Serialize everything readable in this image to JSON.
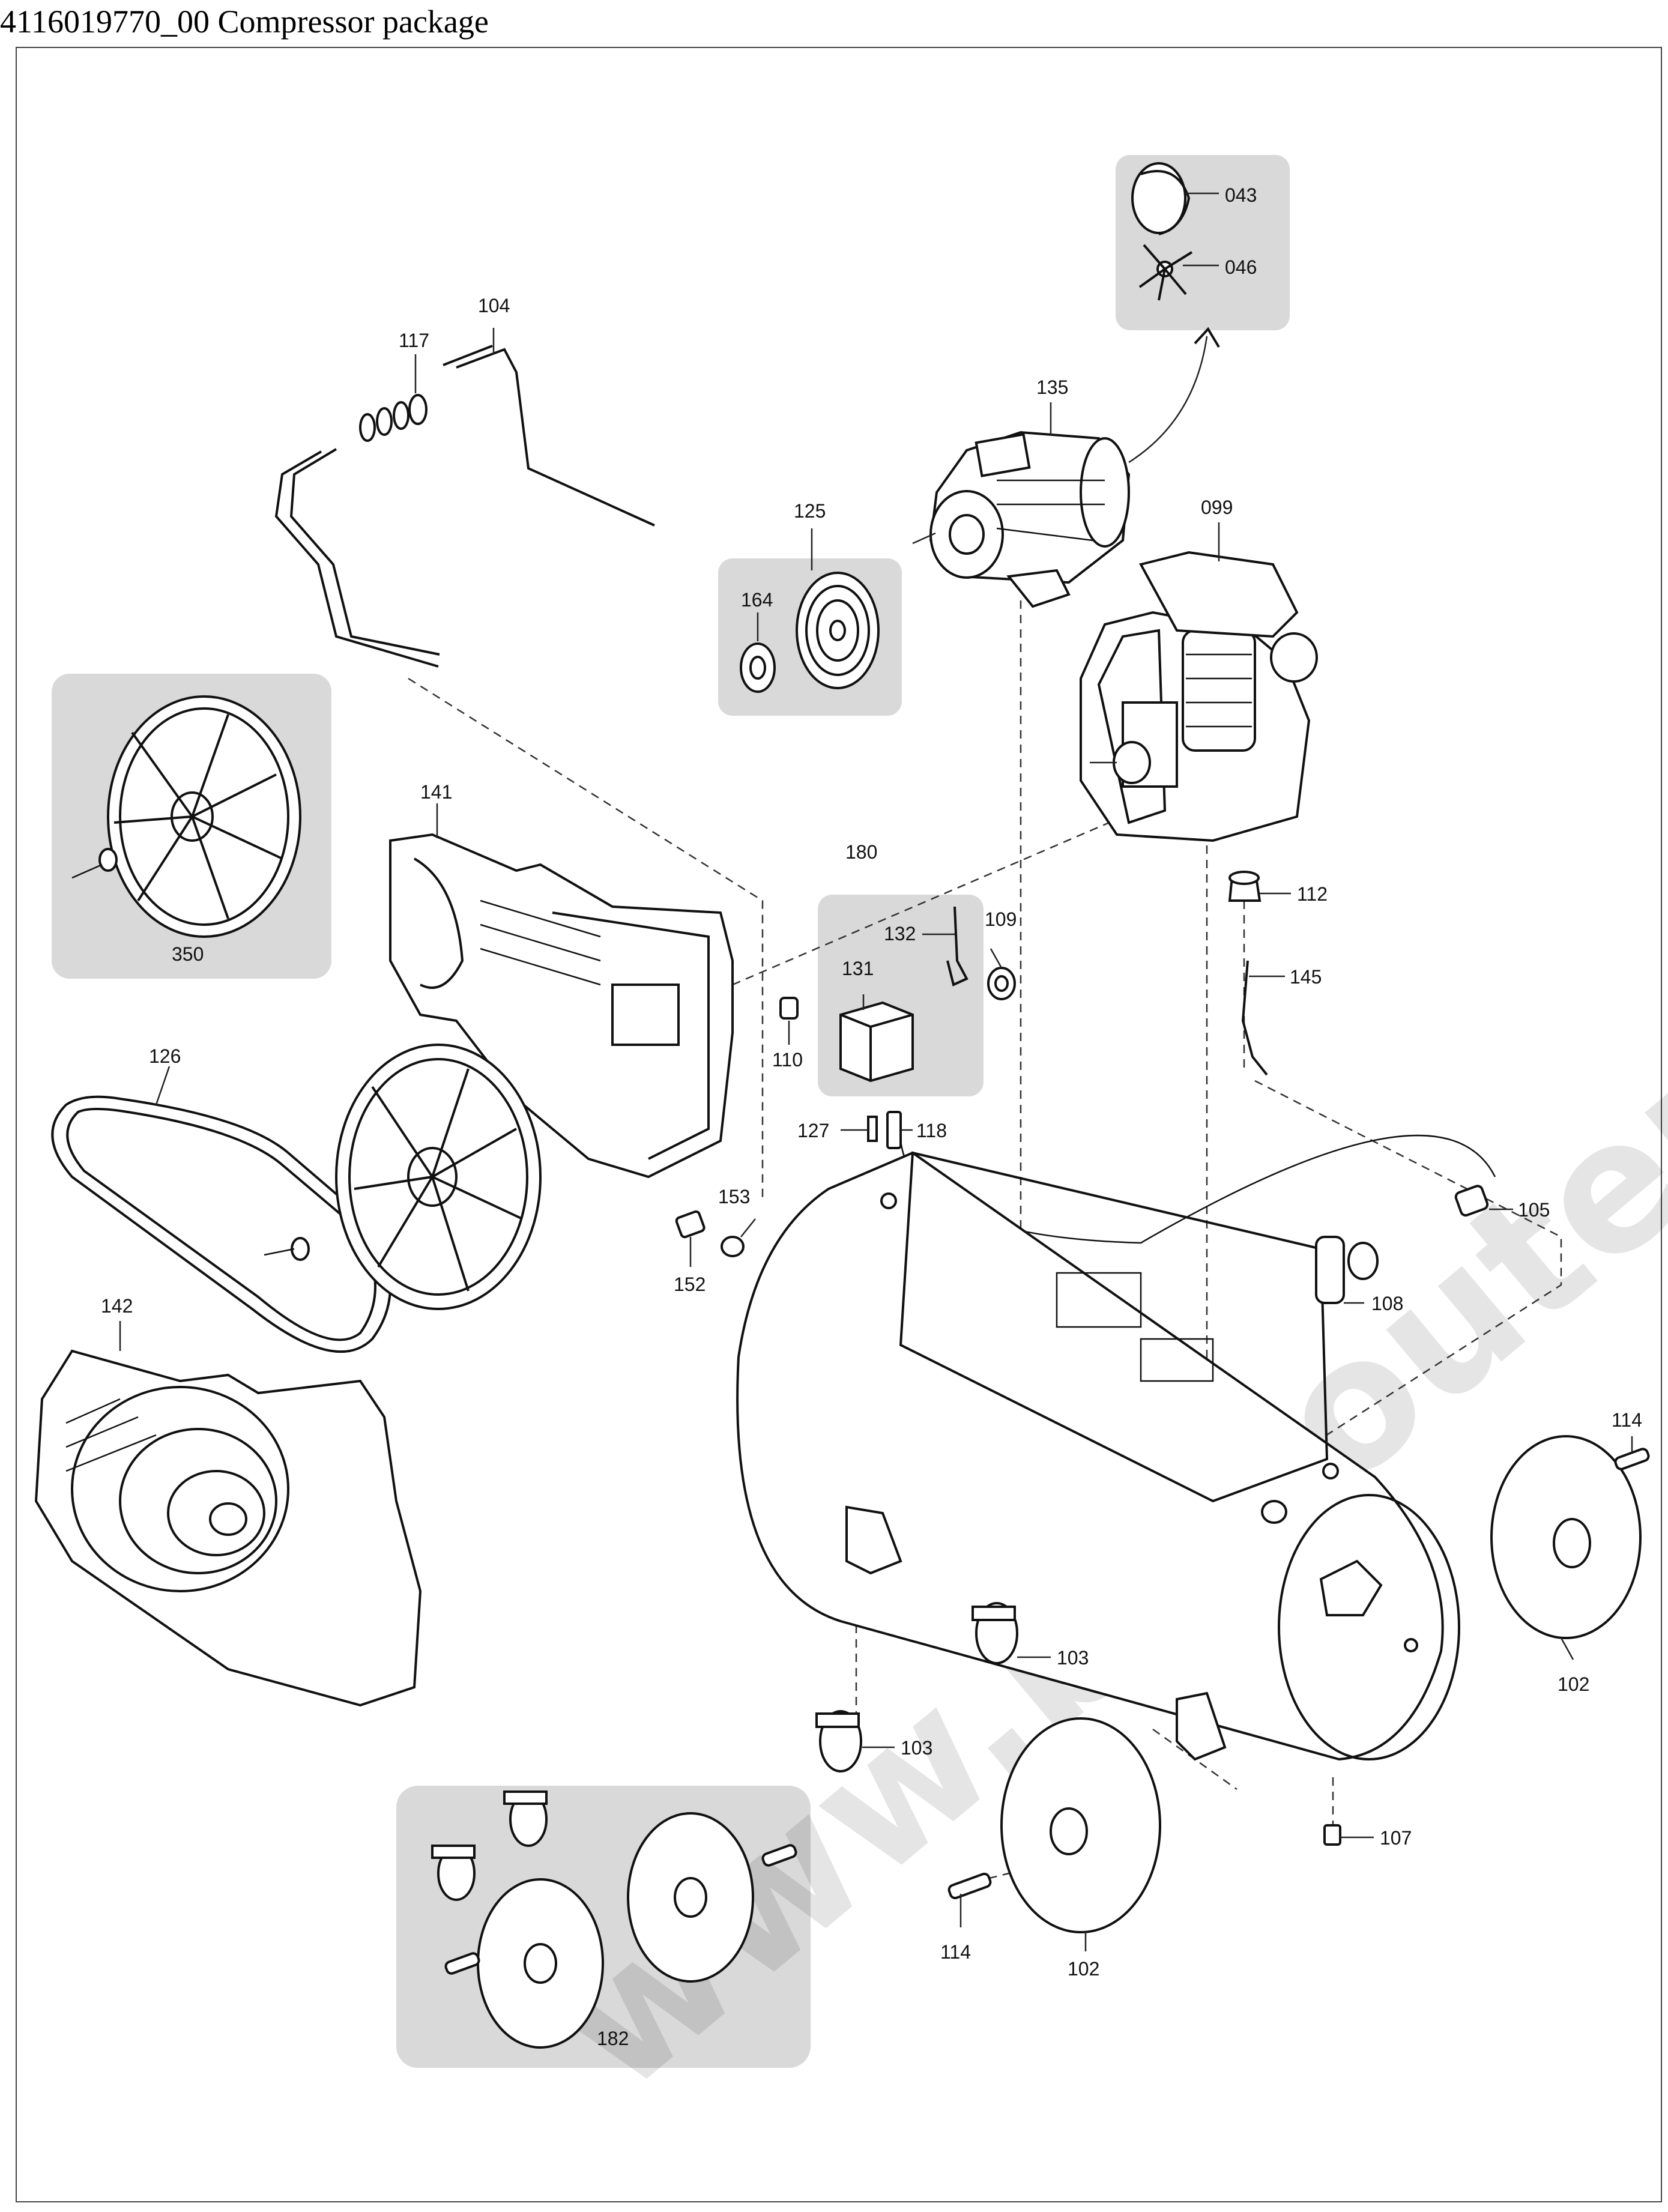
{
  "title": "4116019770_00 Compressor package",
  "watermark": "www.bricoutensile.com",
  "labels": {
    "p043": "043",
    "p046": "046",
    "p104": "104",
    "p117": "117",
    "p135": "135",
    "p125": "125",
    "p099": "099",
    "p164": "164",
    "p141": "141",
    "p180": "180",
    "p350": "350",
    "p132": "132",
    "p109": "109",
    "p112": "112",
    "p145": "145",
    "p131": "131",
    "p110": "110",
    "p126": "126",
    "p127": "127",
    "p118": "118",
    "p153": "153",
    "p105": "105",
    "p152": "152",
    "p142": "142",
    "p108": "108",
    "p114a": "114",
    "p103a": "103",
    "p102a": "102",
    "p103b": "103",
    "p107": "107",
    "p114b": "114",
    "p102b": "102",
    "p182": "182"
  }
}
